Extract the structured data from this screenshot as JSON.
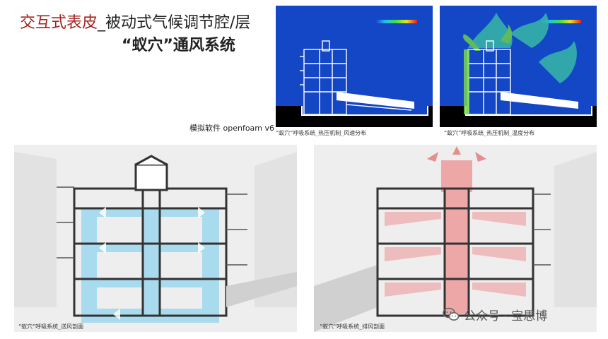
{
  "title": {
    "line1_red": "交互式表皮",
    "line1_separator": "_",
    "line1_dark": "被动式气候调节腔/层",
    "line2": "“蚁穴”通风系统"
  },
  "software_note": "模拟软件 openfoam v6",
  "sim_panels": [
    {
      "caption": "“蚁穴”呼吸系统_热压机制_风速分布",
      "legend": "colorbar-rainbow",
      "background": "#1447c6"
    },
    {
      "caption": "“蚁穴”呼吸系统_热压机制_温度分布",
      "legend": "colorbar-rainbow",
      "background": "#1447c6"
    }
  ],
  "section_panels": [
    {
      "caption": "“蚁穴”呼吸系统_送风剖面",
      "flow_color": "#a9dbee"
    },
    {
      "caption": "“蚁穴”呼吸系统_排风剖面",
      "flow_color": "#eea7a7"
    }
  ],
  "watermark": {
    "text": "公众号 · 宝思博",
    "icon": "wechat-icon"
  }
}
